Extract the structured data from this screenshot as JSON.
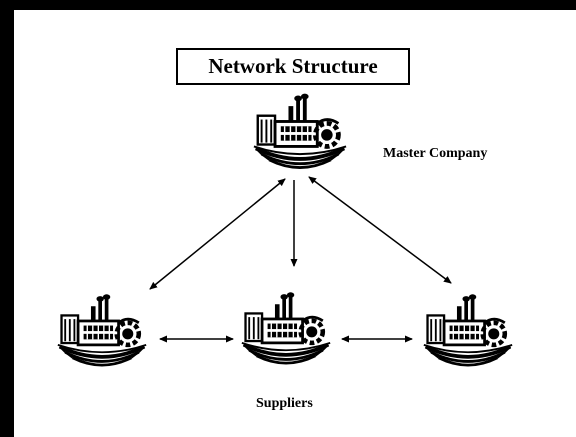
{
  "diagram": {
    "title": "Network Structure",
    "master_label": "Master Company",
    "suppliers_label": "Suppliers",
    "nodes": [
      {
        "id": "master",
        "icon": "factory-icon",
        "role": "master"
      },
      {
        "id": "supplier-left",
        "icon": "factory-icon",
        "role": "supplier"
      },
      {
        "id": "supplier-center",
        "icon": "factory-icon",
        "role": "supplier"
      },
      {
        "id": "supplier-right",
        "icon": "factory-icon",
        "role": "supplier"
      }
    ],
    "edges": [
      {
        "from": "master",
        "to": "supplier-left",
        "arrows": "both"
      },
      {
        "from": "master",
        "to": "supplier-center",
        "arrows": "end"
      },
      {
        "from": "master",
        "to": "supplier-right",
        "arrows": "both"
      },
      {
        "from": "supplier-left",
        "to": "supplier-center",
        "arrows": "both"
      },
      {
        "from": "supplier-center",
        "to": "supplier-right",
        "arrows": "both"
      }
    ]
  }
}
